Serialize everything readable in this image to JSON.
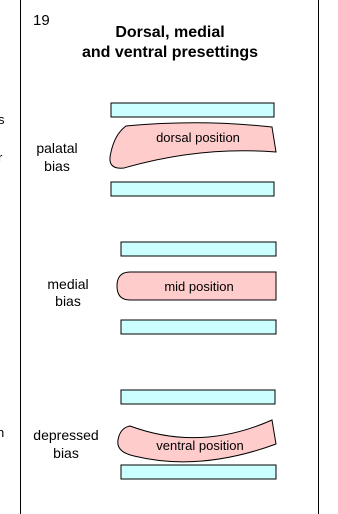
{
  "slide": {
    "number": "19",
    "title_line1": "Dorsal, medial",
    "title_line2": "and ventral presettings"
  },
  "panels": [
    {
      "bias_line1": "palatal",
      "bias_line2": "bias",
      "tongue_label": "dorsal position"
    },
    {
      "bias_line1": "medial",
      "bias_line2": "bias",
      "tongue_label": "mid position"
    },
    {
      "bias_line1": "depressed",
      "bias_line2": "bias",
      "tongue_label": "ventral position"
    }
  ],
  "edge_marks": [
    "s",
    "r",
    "n"
  ],
  "colors": {
    "bar_fill": "#ccffff",
    "tongue_fill": "#ffcccc",
    "stroke": "#000000",
    "frame": "#000000"
  }
}
